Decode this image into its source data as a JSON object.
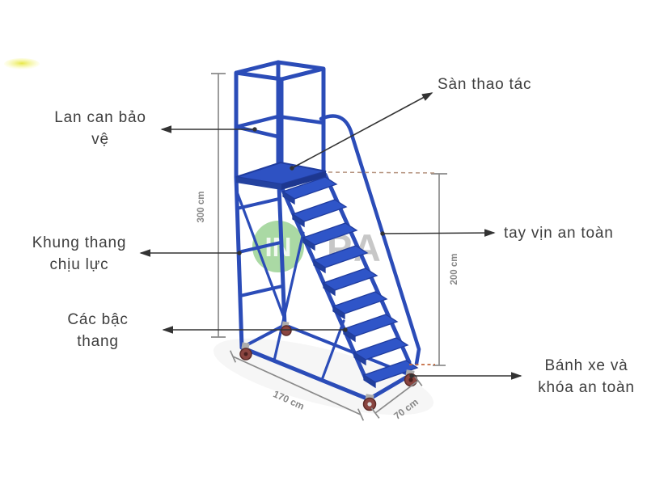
{
  "labels": {
    "guard_rail": {
      "line1": "Lan can bảo",
      "line2": "vệ"
    },
    "load_frame": {
      "line1": "Khung thang",
      "line2": "chịu lực"
    },
    "steps": {
      "line1": "Các bậc",
      "line2": "thang"
    },
    "platform": {
      "text": "Sàn thao tác"
    },
    "handrail": {
      "text": "tay vịn an toàn"
    },
    "wheels": {
      "line1": "Bánh xe và",
      "line2": "khóa an toàn"
    }
  },
  "dimensions": {
    "total_height": "300 cm",
    "handrail_height": "200 cm",
    "base_length": "170 cm",
    "base_width": "70 cm"
  },
  "watermark": {
    "circle_text": "IN",
    "outer_text": "PA"
  },
  "colors": {
    "ladder_blue": "#2b4cb8",
    "ladder_blue_dark": "#203c9e",
    "platform_blue": "#2e52c3",
    "label_text": "#3e3e3e",
    "dimension_gray": "#8a8a8a",
    "arrow_dark": "#333333",
    "dash_brown": "#b5937f",
    "dash_orange": "#c46a3e",
    "watermark_green": "#55b44a",
    "watermark_gray": "#909090",
    "wheel_maroon": "#8a4540"
  }
}
